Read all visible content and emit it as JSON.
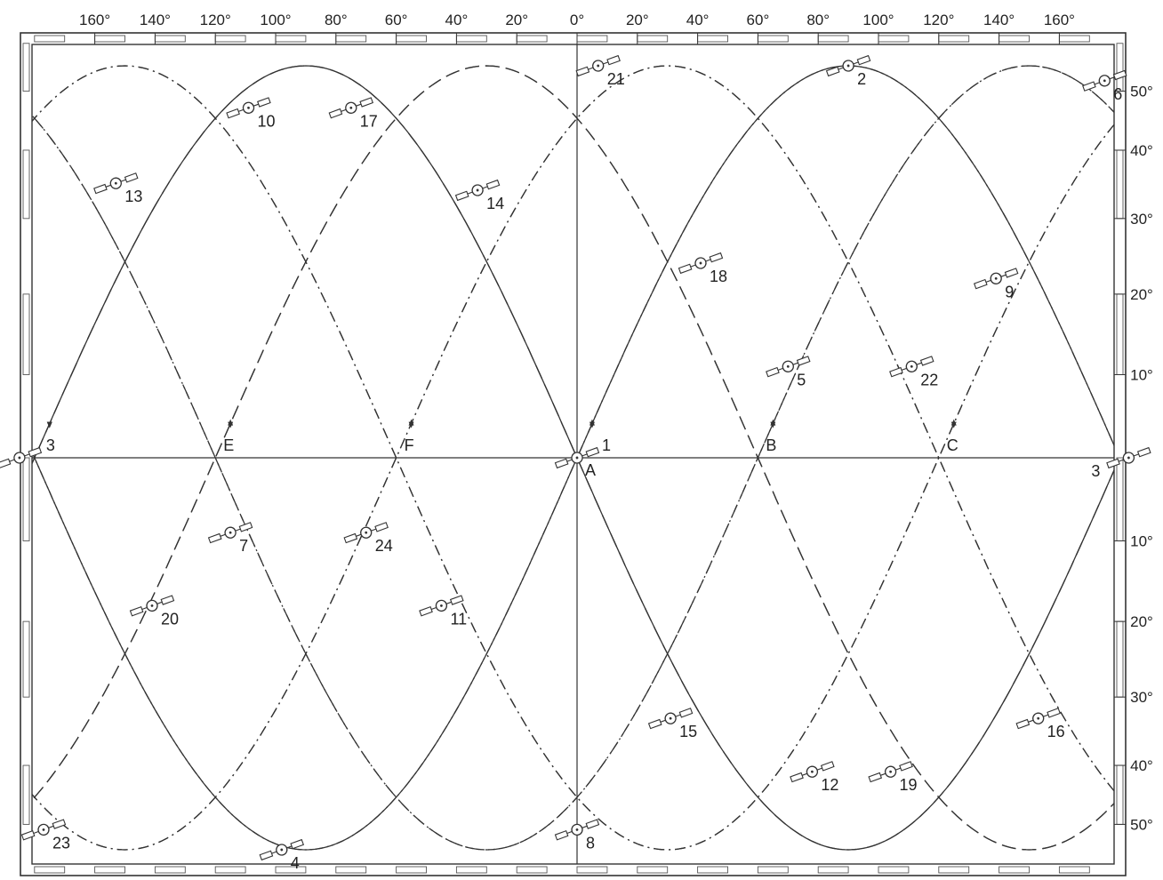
{
  "top_axis": {
    "labels": [
      "160°",
      "140°",
      "120°",
      "100°",
      "80°",
      "60°",
      "40°",
      "20°",
      "0°",
      "20°",
      "40°",
      "60°",
      "80°",
      "100°",
      "120°",
      "140°",
      "160°"
    ],
    "values": [
      -160,
      -140,
      -120,
      -100,
      -80,
      -60,
      -40,
      -20,
      0,
      20,
      40,
      60,
      80,
      100,
      120,
      140,
      160
    ]
  },
  "right_axis": {
    "labels": [
      "50°",
      "40°",
      "30°",
      "20°",
      "10°",
      "10°",
      "20°",
      "30°",
      "40°",
      "50°"
    ],
    "values": [
      50,
      40,
      30,
      20,
      10,
      -10,
      -20,
      -30,
      -40,
      -50
    ]
  },
  "nodes": [
    {
      "label": "A",
      "lon": 0
    },
    {
      "label": "B",
      "lon": 60
    },
    {
      "label": "C",
      "lon": 120
    },
    {
      "label": "E",
      "lon": -120
    },
    {
      "label": "F",
      "lon": -60
    }
  ],
  "tracks": [
    {
      "node": 0,
      "style": "solid",
      "arrow": "up"
    },
    {
      "node": 180,
      "style": "solid",
      "arrow": "down"
    },
    {
      "node": 60,
      "style": "longdash",
      "arrow": "up"
    },
    {
      "node": -120,
      "style": "longdash",
      "arrow": "up"
    },
    {
      "node": 120,
      "style": "dashdot",
      "arrow": "up"
    },
    {
      "node": -60,
      "style": "dashdot",
      "arrow": "up"
    },
    {
      "node": 180,
      "style": "longdash",
      "arrow": "down",
      "phase": "desc"
    },
    {
      "node": -120,
      "style": "longdash",
      "arrow": "down",
      "phase": "desc"
    },
    {
      "node": 0,
      "style": "dashdotdot",
      "arrow": "down",
      "phase": "desc"
    },
    {
      "node": 60,
      "style": "dashdotdot",
      "arrow": "down",
      "phase": "desc"
    },
    {
      "node": 120,
      "style": "dashdot",
      "arrow": "down",
      "phase": "desc"
    },
    {
      "node": -60,
      "style": "dashdot",
      "arrow": "down",
      "phase": "desc"
    }
  ],
  "satellites": [
    {
      "id": "1",
      "lon": 0,
      "lat": 0
    },
    {
      "id": "2",
      "lon": 90,
      "lat": 55
    },
    {
      "id": "3",
      "lon": -185,
      "lat": 0
    },
    {
      "id": "3",
      "lon": 183,
      "lat": 0
    },
    {
      "id": "4",
      "lon": -98,
      "lat": -55
    },
    {
      "id": "5",
      "lon": 70,
      "lat": 11
    },
    {
      "id": "6",
      "lon": 175,
      "lat": 52
    },
    {
      "id": "7",
      "lon": -115,
      "lat": -9
    },
    {
      "id": "8",
      "lon": 0,
      "lat": -51
    },
    {
      "id": "9",
      "lon": 139,
      "lat": 22
    },
    {
      "id": "10",
      "lon": -109,
      "lat": 47
    },
    {
      "id": "11",
      "lon": -45,
      "lat": -18
    },
    {
      "id": "12",
      "lon": 78,
      "lat": -41
    },
    {
      "id": "13",
      "lon": -153,
      "lat": 35
    },
    {
      "id": "14",
      "lon": -33,
      "lat": 34
    },
    {
      "id": "15",
      "lon": 31,
      "lat": -33
    },
    {
      "id": "16",
      "lon": 153,
      "lat": -33
    },
    {
      "id": "17",
      "lon": -75,
      "lat": 47
    },
    {
      "id": "18",
      "lon": 41,
      "lat": 24
    },
    {
      "id": "19",
      "lon": 104,
      "lat": -41
    },
    {
      "id": "20",
      "lon": -141,
      "lat": -18
    },
    {
      "id": "21",
      "lon": 7,
      "lat": 55
    },
    {
      "id": "22",
      "lon": 111,
      "lat": 11
    },
    {
      "id": "23",
      "lon": -177,
      "lat": -51
    },
    {
      "id": "24",
      "lon": -70,
      "lat": -9
    }
  ]
}
